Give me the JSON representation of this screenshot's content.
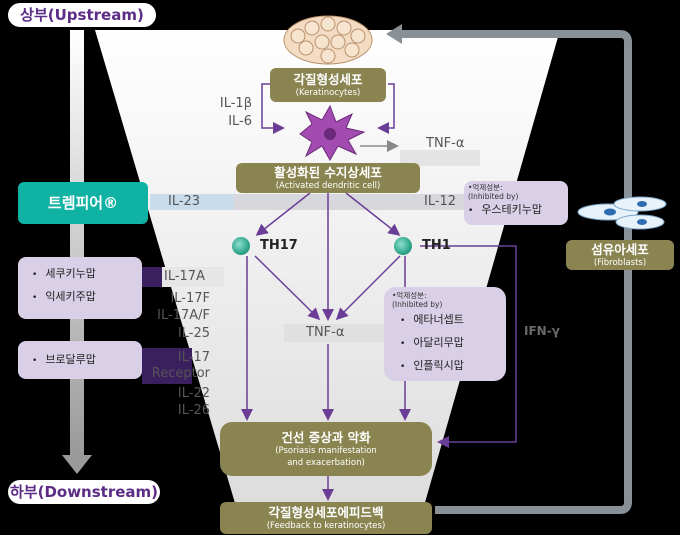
{
  "axis": {
    "upstream": "상부(Upstream)",
    "downstream": "하부(Downstream)"
  },
  "nodes": {
    "keratinocytes": {
      "ko": "각질형성세포",
      "en": "(Keratinocytes)"
    },
    "dendritic": {
      "ko": "활성화된 수지상세포",
      "en": "(Activated dendritic cell)"
    },
    "fibroblasts": {
      "ko": "섬유아세포",
      "en": "(Fibroblasts)"
    },
    "psoriasis": {
      "ko": "건선 증상과 악화",
      "en1": "(Psoriasis manifestation",
      "en2": "and exacerbation)"
    },
    "feedback": {
      "ko": "각질형성세포에피드백",
      "en": "(Feedback to keratinocytes)"
    }
  },
  "cytokines": {
    "il1b": "IL-1β",
    "il6": "IL-6",
    "tnf_top": "TNF-α",
    "il23": "IL-23",
    "il12": "IL-12",
    "il17a": "IL-17A",
    "il17f": "IL-17F",
    "il17af": "IL-17A/F",
    "il25": "IL-25",
    "il17r1": "IL-17",
    "il17r2": "Receptor",
    "il22": "IL-22",
    "il26": "IL-26",
    "tnf_mid": "TNF-α",
    "ifn": "IFN-γ"
  },
  "cells": {
    "th17": "TH17",
    "th1": "TH1"
  },
  "drugs": {
    "tremfya": "트렘피어®",
    "il17_group": [
      "세쿠키누맙",
      "익세키주맙"
    ],
    "il17r_group": [
      "브로달루맙"
    ],
    "il12_group": {
      "head1": "•억제성분:",
      "head2": "(Inhibited by)",
      "items": [
        "우스테키누맙"
      ]
    },
    "tnf_group": {
      "head1": "•억제성분:",
      "head2": "(Inhibited by)",
      "items": [
        "에타너셉트",
        "아달리무맙",
        "인플릭시맙"
      ]
    }
  },
  "colors": {
    "olive": "#8a8450",
    "lavender": "#d9cfe7",
    "teal": "#10b2a3",
    "purple": "#5b2d86",
    "arrow_purple": "#6a3d97"
  }
}
